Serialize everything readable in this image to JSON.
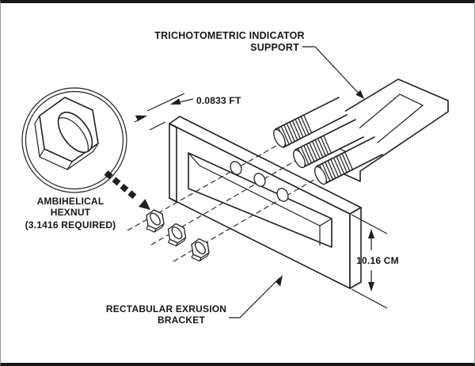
{
  "diagram": {
    "labels": {
      "support_line1": "TRICHOTOMETRIC INDICATOR",
      "support_line2": "SUPPORT",
      "hexnut_line1": "AMBIHELICAL",
      "hexnut_line2": "HEXNUT",
      "hexnut_line3": "(3.1416 REQUIRED)",
      "bracket_line1": "RECTABULAR EXRUSION",
      "bracket_line2": "BRACKET"
    },
    "dimensions": {
      "thickness": "0.0833 FT",
      "height": "10.16 CM"
    },
    "colors": {
      "line": "#1f1f1f",
      "background": "#ffffff"
    }
  }
}
